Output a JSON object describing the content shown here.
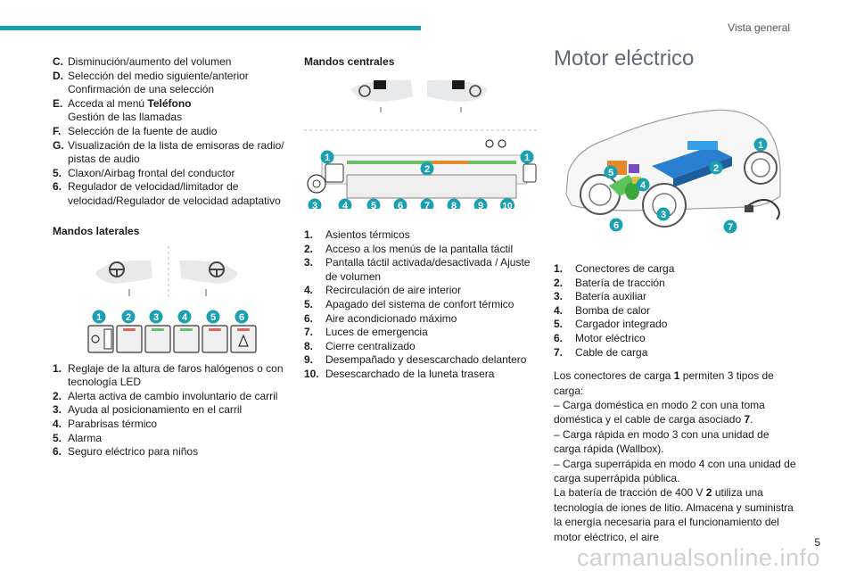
{
  "header": {
    "section_title": "Vista general",
    "page_number": "5"
  },
  "watermark": "carmanualsonline.info",
  "col1": {
    "items_top": [
      {
        "label": "C.",
        "text": "Disminución/aumento del volumen"
      },
      {
        "label": "D.",
        "text": "Selección del medio siguiente/anterior Confirmación de una selección"
      },
      {
        "label": "E.",
        "text_pre": "Acceda al menú ",
        "text_bold": "Teléfono",
        "text_post": "Gestión de las llamadas"
      },
      {
        "label": "F.",
        "text": "Selección de la fuente de audio"
      },
      {
        "label": "G.",
        "text": "Visualización de la lista de emisoras de radio/ pistas de audio"
      },
      {
        "label": "5.",
        "text": "Claxon/Airbag frontal del conductor"
      },
      {
        "label": "6.",
        "text": "Regulador de velocidad/limitador de velocidad/Regulador de velocidad adaptativo"
      }
    ],
    "subhead": "Mandos laterales",
    "figure_numbers": [
      "1",
      "2",
      "3",
      "4",
      "5",
      "6"
    ],
    "items_bottom": [
      {
        "label": "1.",
        "text": "Reglaje de la altura de faros halógenos o con tecnología LED"
      },
      {
        "label": "2.",
        "text": "Alerta activa de cambio involuntario de carril"
      },
      {
        "label": "3.",
        "text": "Ayuda al posicionamiento en el carril"
      },
      {
        "label": "4.",
        "text": "Parabrisas térmico"
      },
      {
        "label": "5.",
        "text": "Alarma"
      },
      {
        "label": "6.",
        "text": "Seguro eléctrico para niños"
      }
    ]
  },
  "col2": {
    "subhead": "Mandos centrales",
    "figure_numbers": [
      "1",
      "2",
      "1",
      "3",
      "4",
      "5",
      "6",
      "7",
      "8",
      "9",
      "10"
    ],
    "items": [
      {
        "label": "1.",
        "text": "Asientos térmicos"
      },
      {
        "label": "2.",
        "text": "Acceso a los menús de la pantalla táctil"
      },
      {
        "label": "3.",
        "text": "Pantalla táctil activada/desactivada / Ajuste de volumen"
      },
      {
        "label": "4.",
        "text": "Recirculación de aire interior"
      },
      {
        "label": "5.",
        "text": "Apagado del sistema de confort térmico"
      },
      {
        "label": "6.",
        "text": "Aire acondicionado máximo"
      },
      {
        "label": "7.",
        "text": "Luces de emergencia"
      },
      {
        "label": "8.",
        "text": "Cierre centralizado"
      },
      {
        "label": "9.",
        "text": "Desempañado y desescarchado delantero"
      },
      {
        "label": "10.",
        "text": "Desescarchado de la luneta trasera"
      }
    ]
  },
  "col3": {
    "title": "Motor eléctrico",
    "figure_numbers": [
      "1",
      "2",
      "3",
      "4",
      "5",
      "6",
      "7"
    ],
    "items": [
      {
        "label": "1.",
        "text": "Conectores de carga"
      },
      {
        "label": "2.",
        "text": "Batería de tracción"
      },
      {
        "label": "3.",
        "text": "Batería auxiliar"
      },
      {
        "label": "4.",
        "text": "Bomba de calor"
      },
      {
        "label": "5.",
        "text": "Cargador integrado"
      },
      {
        "label": "6.",
        "text": "Motor eléctrico"
      },
      {
        "label": "7.",
        "text": "Cable de carga"
      }
    ],
    "para": {
      "l1a": "Los conectores de carga ",
      "l1b": "1",
      "l1c": " permiten 3 tipos de carga:",
      "l2a": "–  Carga doméstica en modo 2 con una toma doméstica y el cable de carga asociado ",
      "l2b": "7",
      "l2c": ".",
      "l3": "–  Carga rápida en modo 3 con una unidad de carga rápida (Wallbox).",
      "l4": "–  Carga superrápida en modo 4 con una unidad de carga superrápida pública.",
      "l5a": "La batería de tracción de 400 V ",
      "l5b": "2",
      "l5c": " utiliza una tecnología de iones de litio. Almacena y suministra la energía necesaria para el funcionamiento del motor eléctrico, el aire"
    }
  }
}
